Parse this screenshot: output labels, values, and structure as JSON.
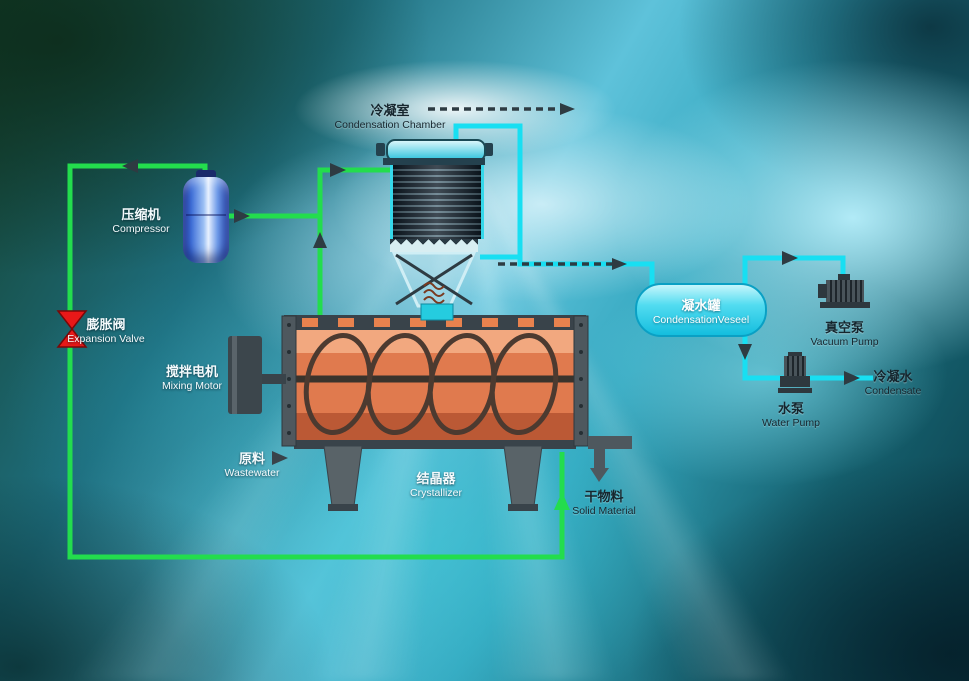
{
  "labels": {
    "condensation_chamber": {
      "zh": "冷凝室",
      "en": "Condensation Chamber"
    },
    "compressor": {
      "zh": "压缩机",
      "en": "Compressor"
    },
    "expansion_valve": {
      "zh": "膨胀阀",
      "en": "Expansion Valve"
    },
    "mixing_motor": {
      "zh": "搅拌电机",
      "en": "Mixing Motor"
    },
    "wastewater": {
      "zh": "原料",
      "en": "Wastewater"
    },
    "crystallizer": {
      "zh": "结晶器",
      "en": "Crystallizer"
    },
    "solid_material": {
      "zh": "干物料",
      "en": "Solid Material"
    },
    "condensation_vessel": {
      "zh": "凝水罐",
      "en": "CondensationVeseel"
    },
    "vacuum_pump": {
      "zh": "真空泵",
      "en": "Vacuum Pump"
    },
    "water_pump": {
      "zh": "水泵",
      "en": "Water Pump"
    },
    "condensate": {
      "zh": "冷凝水",
      "en": "Condensate"
    }
  },
  "colors": {
    "refrigerant_line": "#23dd4d",
    "water_line": "#18dff2",
    "expansion_valve": "#e81818",
    "arrow": "#2e3b42",
    "crystallizer_body": "#e07a4e",
    "metal_gray": "#4e585e",
    "compressor_blue": "#3f6fd8"
  }
}
